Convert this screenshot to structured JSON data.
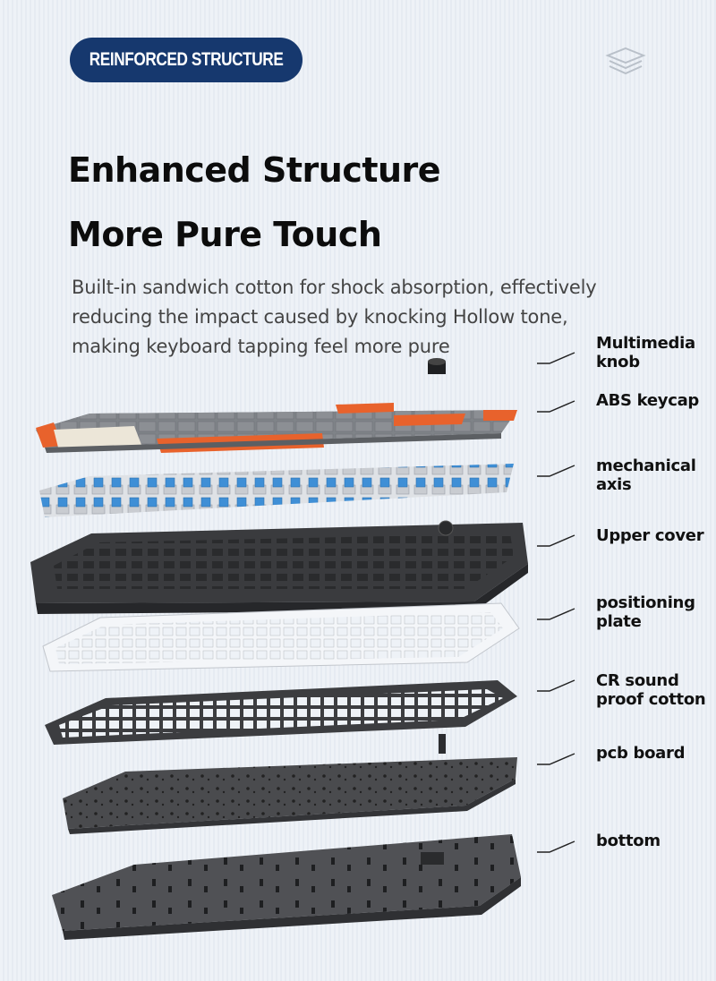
{
  "badge": {
    "text": "REINFORCED STRUCTURE"
  },
  "headline": {
    "line1": "Enhanced Structure",
    "line2": "More Pure Touch"
  },
  "description": {
    "lines": [
      "Built-in sandwich cotton for shock absorption, effectively",
      "reducing the impact caused by knocking Hollow tone,",
      "making keyboard tapping feel more pure"
    ]
  },
  "icons": {
    "top_right": "layers-icon"
  },
  "layers": [
    {
      "lines": [
        "Multimedia",
        "knob"
      ]
    },
    {
      "lines": [
        "ABS keycap"
      ]
    },
    {
      "lines": [
        "mechanical",
        "axis"
      ]
    },
    {
      "lines": [
        "Upper cover"
      ]
    },
    {
      "lines": [
        "positioning",
        "plate"
      ]
    },
    {
      "lines": [
        "CR sound",
        "proof cotton"
      ]
    },
    {
      "lines": [
        "pcb board"
      ]
    },
    {
      "lines": [
        "bottom"
      ]
    }
  ],
  "colors": {
    "badge_bg": "#16386e",
    "keycap_orange": "#e8622c",
    "keycap_gray": "#8c8f94",
    "keycap_cream": "#ece6d8",
    "switch_blue": "#3f8fd6",
    "dark_gray": "#3a3b3e"
  }
}
